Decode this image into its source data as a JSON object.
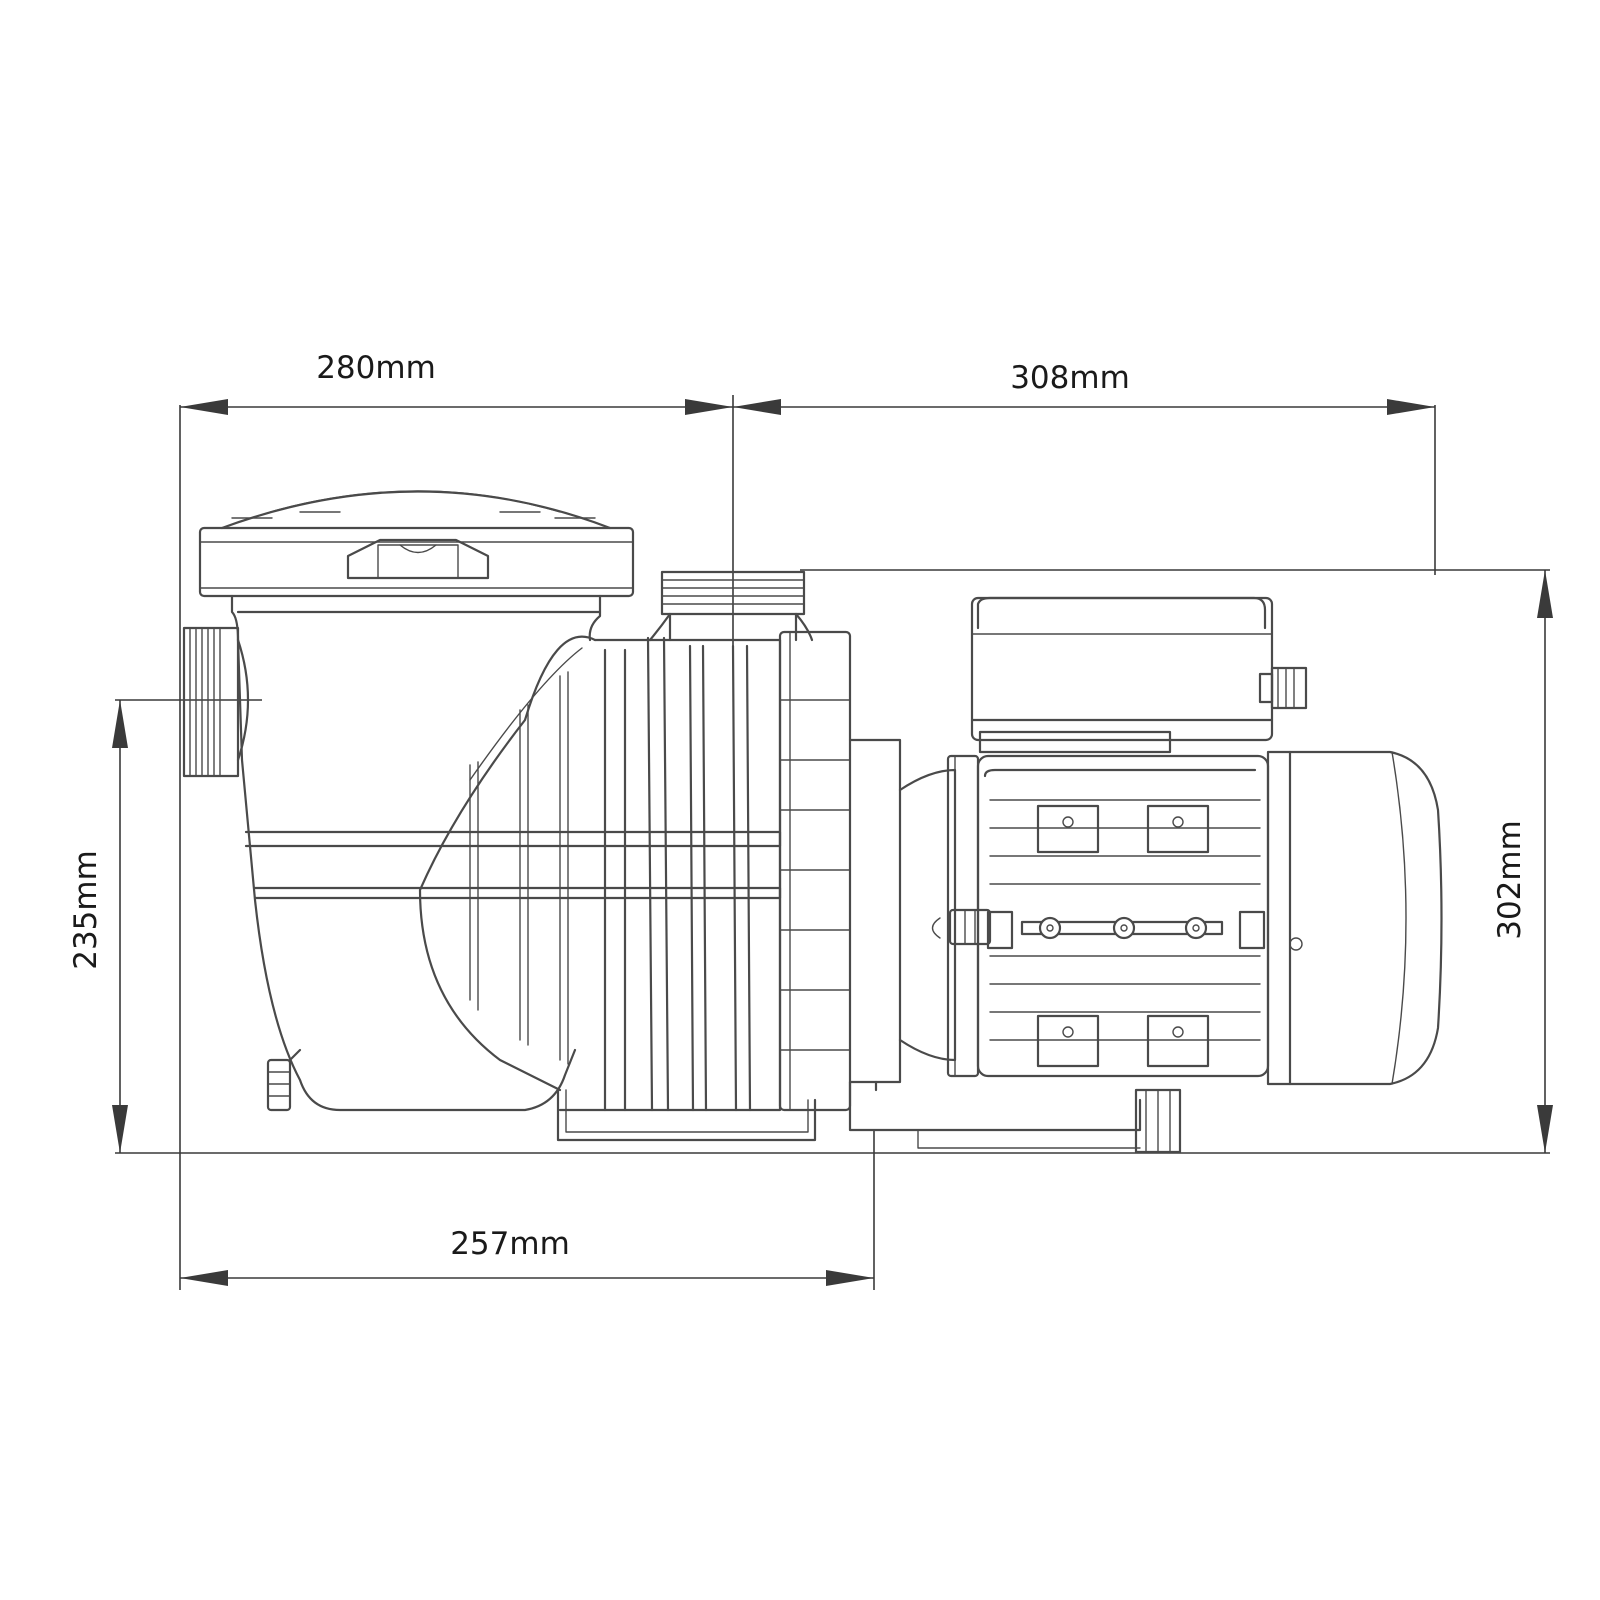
{
  "dimensions": {
    "top_left": "280mm",
    "top_right": "308mm",
    "bottom": "257mm",
    "left_height": "235mm",
    "right_height": "302mm"
  },
  "colors": {
    "line": "#4a4a4a",
    "text": "#1a1a1a",
    "background": "#ffffff"
  }
}
